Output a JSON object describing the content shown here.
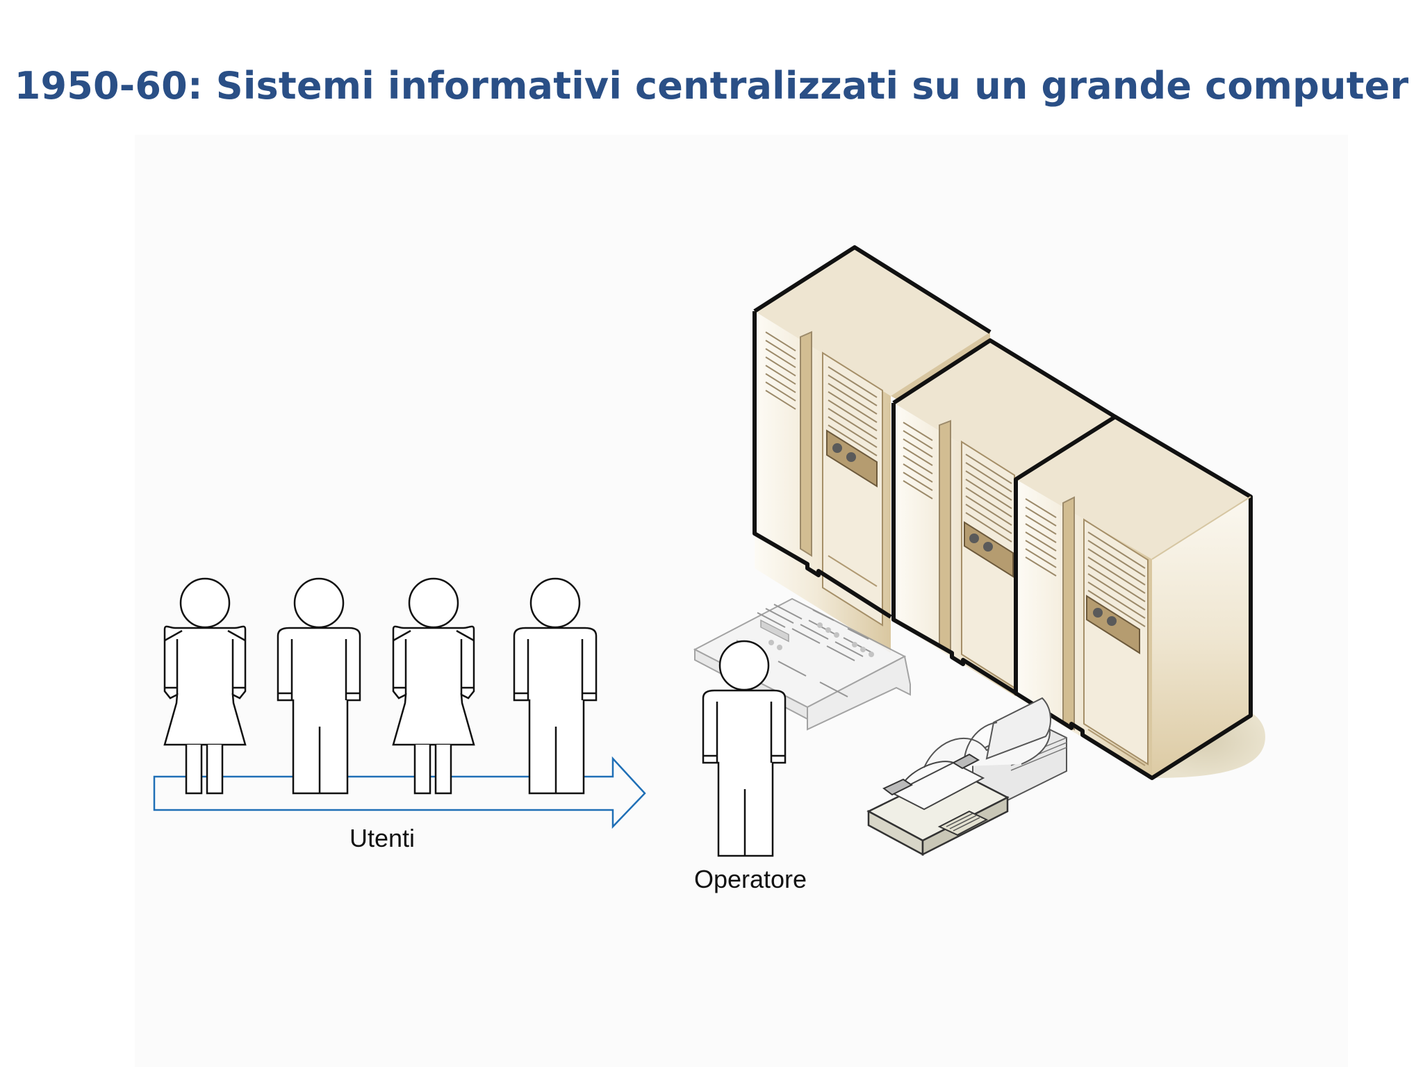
{
  "slide": {
    "title": "1950-60: Sistemi informativi centralizzati su un grande computer"
  },
  "diagram": {
    "users_label": "Utenti",
    "operator_label": "Operatore",
    "users": [
      {
        "figure": "woman-icon"
      },
      {
        "figure": "man-icon"
      },
      {
        "figure": "woman-icon"
      },
      {
        "figure": "man-icon"
      }
    ],
    "devices": [
      "mainframe-cabinet-icon",
      "mainframe-cabinet-icon",
      "mainframe-cabinet-icon",
      "control-console-icon",
      "line-printer-icon"
    ]
  },
  "colors": {
    "title": "#2a4f86",
    "arrow": "#1f6fb6",
    "cabinet_light": "#f6f1e4",
    "cabinet_mid": "#e2d3b2",
    "cabinet_dark": "#c4ad84",
    "cabinet_outline": "#111111"
  }
}
